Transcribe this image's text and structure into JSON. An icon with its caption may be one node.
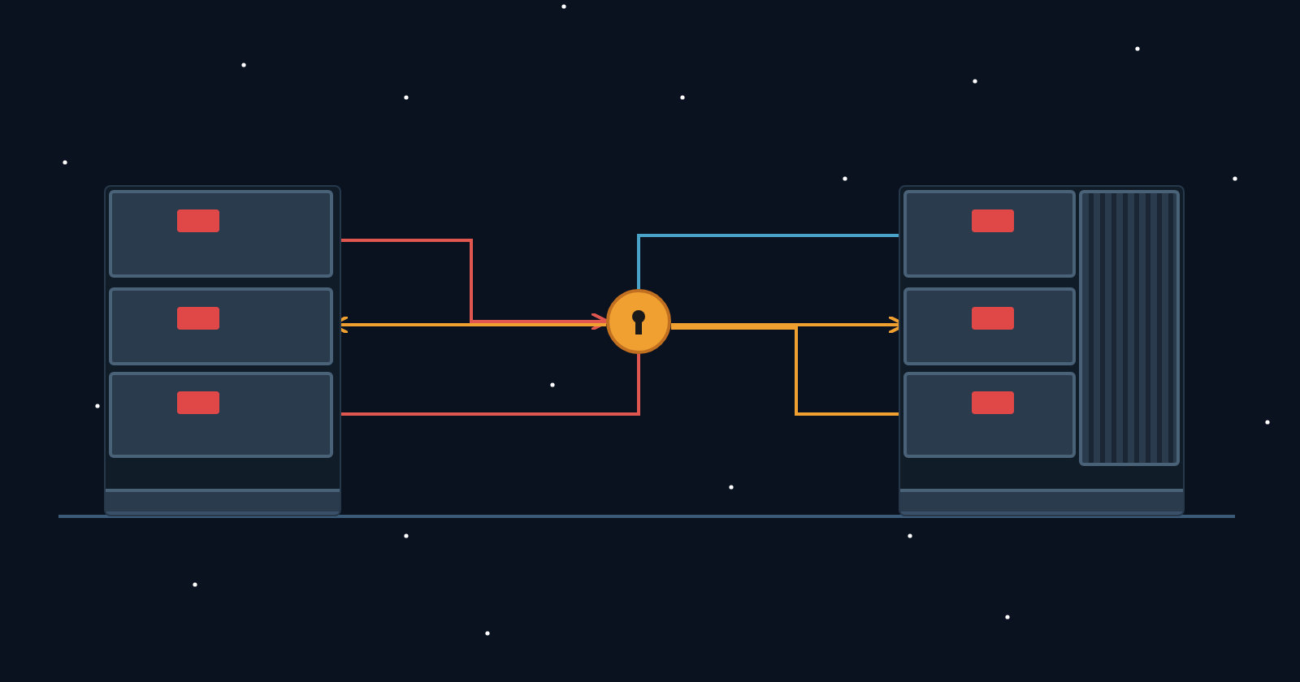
{
  "diagram": {
    "nodes": [
      {
        "text": [],
        "shape": "box"
      },
      {
        "text": [],
        "shape": "box",
        "in": 0
      },
      {
        "text": [],
        "shape": "box",
        "in": 0
      },
      {
        "text": [],
        "shape": "box",
        "in": 0
      },
      {
        "text": [],
        "shape": "circle"
      },
      {
        "text": [],
        "shape": "box"
      },
      {
        "text": [],
        "shape": "box",
        "in": 5
      },
      {
        "text": [],
        "shape": "box",
        "in": 5
      },
      {
        "text": [],
        "shape": "box",
        "in": 5
      }
    ],
    "edges": [
      {
        "from": 1,
        "to": 4,
        "arrow": "to",
        "color": "#e0574f"
      },
      {
        "from": 3,
        "to": 4,
        "arrow": "none",
        "color": "#e0574f"
      },
      {
        "from": 4,
        "to": 2,
        "arrow": "to",
        "color": "#f0a030"
      },
      {
        "from": 4,
        "to": 7,
        "arrow": "to",
        "color": "#f0a030"
      },
      {
        "from": 8,
        "to": 4,
        "arrow": "none",
        "color": "#f0a030"
      },
      {
        "from": 4,
        "to": 6,
        "arrow": "none",
        "color": "#4aa3c8"
      }
    ]
  }
}
